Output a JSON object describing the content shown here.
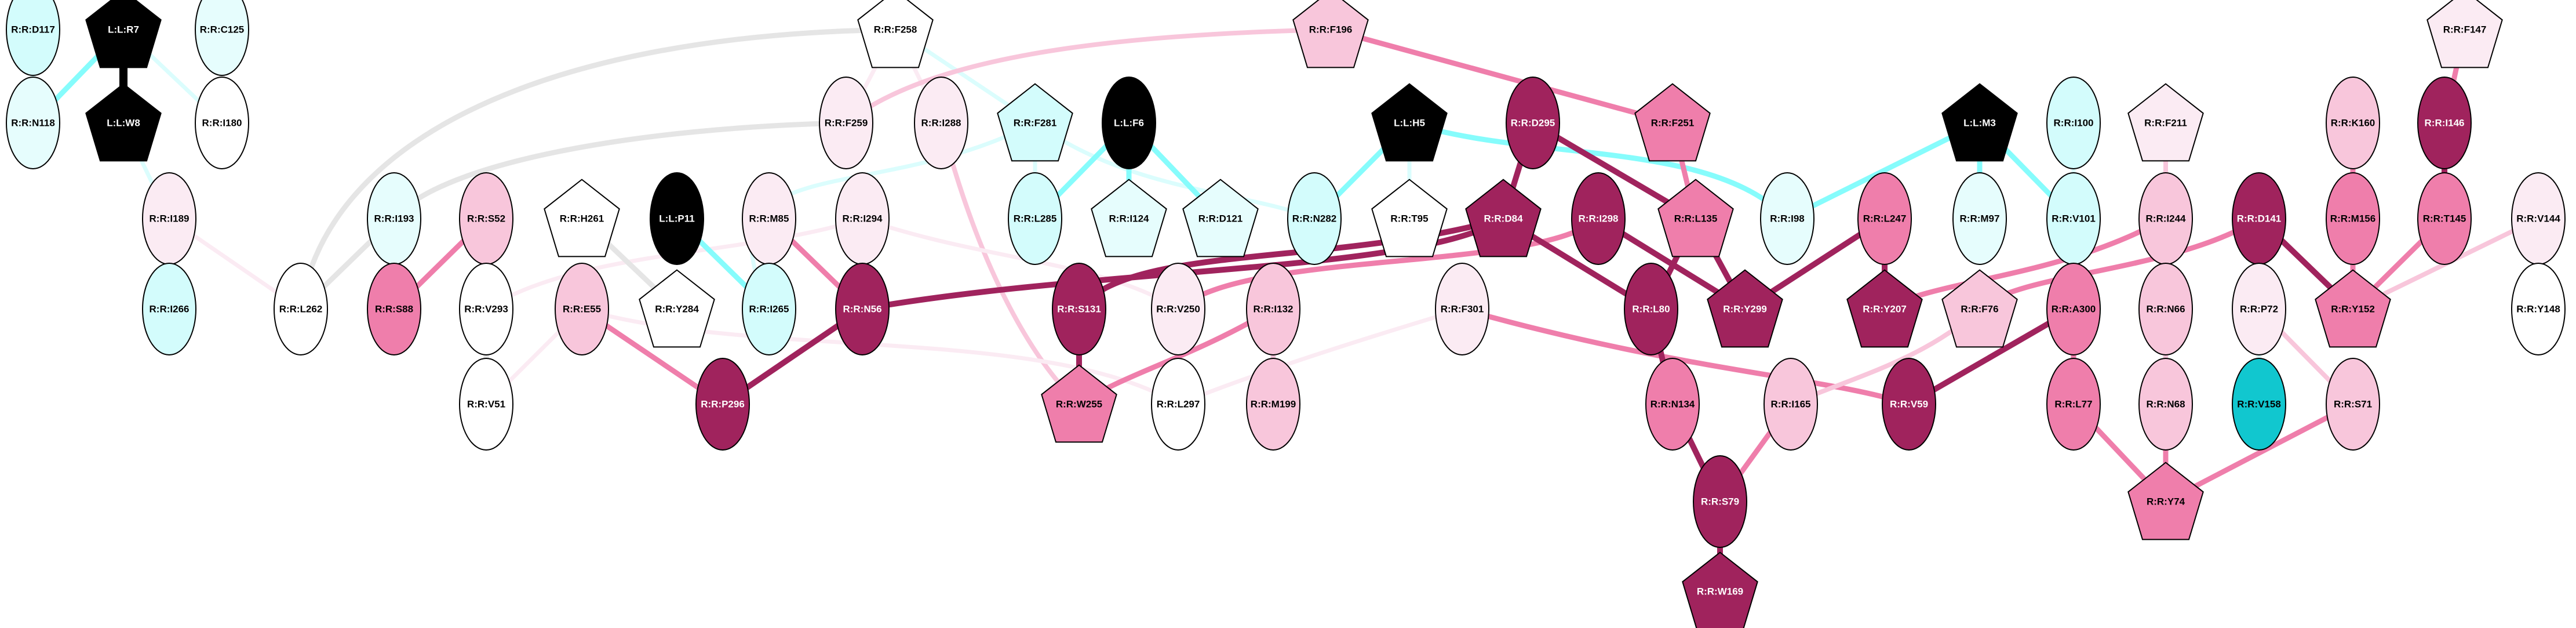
{
  "title": "Residue interaction network",
  "colors": {
    "ligand": "#000000",
    "white": "#ffffff",
    "cyan_pale": "#e6fdfd",
    "cyan_light": "#d3fcfc",
    "cyan_strong": "#11c7cf",
    "pink_pale": "#fbebf3",
    "pink_light": "#f8c6db",
    "pink_mid": "#ef7eab",
    "pink_dark": "#a0235d",
    "edge_grey": "#e5e5e5",
    "edge_cyan_pale": "#dbfdfd",
    "edge_cyan": "#86fcfc"
  },
  "nodes": [
    {
      "id": "R:R:D117",
      "shape": "ellipse",
      "fill": "cyan_light"
    },
    {
      "id": "L:L:R7",
      "shape": "pentagon",
      "fill": "ligand"
    },
    {
      "id": "R:R:C125",
      "shape": "ellipse",
      "fill": "cyan_pale"
    },
    {
      "id": "R:R:F258",
      "shape": "pentagon",
      "fill": "white"
    },
    {
      "id": "R:R:F196",
      "shape": "pentagon",
      "fill": "pink_light"
    },
    {
      "id": "R:R:F147",
      "shape": "pentagon",
      "fill": "pink_pale"
    },
    {
      "id": "R:R:N118",
      "shape": "ellipse",
      "fill": "cyan_pale"
    },
    {
      "id": "L:L:W8",
      "shape": "pentagon",
      "fill": "ligand"
    },
    {
      "id": "R:R:I180",
      "shape": "ellipse",
      "fill": "white"
    },
    {
      "id": "R:R:F259",
      "shape": "ellipse",
      "fill": "pink_pale"
    },
    {
      "id": "R:R:I288",
      "shape": "ellipse",
      "fill": "pink_pale"
    },
    {
      "id": "R:R:F281",
      "shape": "pentagon",
      "fill": "cyan_light"
    },
    {
      "id": "L:L:F6",
      "shape": "ellipse",
      "fill": "ligand"
    },
    {
      "id": "L:L:H5",
      "shape": "pentagon",
      "fill": "ligand"
    },
    {
      "id": "R:R:D295",
      "shape": "ellipse",
      "fill": "pink_dark"
    },
    {
      "id": "R:R:F251",
      "shape": "pentagon",
      "fill": "pink_mid"
    },
    {
      "id": "L:L:M3",
      "shape": "pentagon",
      "fill": "ligand"
    },
    {
      "id": "R:R:I100",
      "shape": "ellipse",
      "fill": "cyan_light"
    },
    {
      "id": "R:R:F211",
      "shape": "pentagon",
      "fill": "pink_pale"
    },
    {
      "id": "R:R:K160",
      "shape": "ellipse",
      "fill": "pink_light"
    },
    {
      "id": "R:R:I146",
      "shape": "ellipse",
      "fill": "pink_dark"
    },
    {
      "id": "R:R:I189",
      "shape": "ellipse",
      "fill": "pink_pale"
    },
    {
      "id": "R:R:I193",
      "shape": "ellipse",
      "fill": "cyan_pale"
    },
    {
      "id": "R:R:S52",
      "shape": "ellipse",
      "fill": "pink_light"
    },
    {
      "id": "R:R:H261",
      "shape": "pentagon",
      "fill": "white"
    },
    {
      "id": "L:L:P11",
      "shape": "ellipse",
      "fill": "ligand"
    },
    {
      "id": "R:R:M85",
      "shape": "ellipse",
      "fill": "pink_pale"
    },
    {
      "id": "R:R:I294",
      "shape": "ellipse",
      "fill": "pink_pale"
    },
    {
      "id": "R:R:L285",
      "shape": "ellipse",
      "fill": "cyan_light"
    },
    {
      "id": "R:R:I124",
      "shape": "pentagon",
      "fill": "cyan_pale"
    },
    {
      "id": "R:R:D121",
      "shape": "pentagon",
      "fill": "cyan_pale"
    },
    {
      "id": "R:R:N282",
      "shape": "ellipse",
      "fill": "cyan_light"
    },
    {
      "id": "R:R:T95",
      "shape": "pentagon",
      "fill": "white"
    },
    {
      "id": "R:R:D84",
      "shape": "pentagon",
      "fill": "pink_dark"
    },
    {
      "id": "R:R:I298",
      "shape": "ellipse",
      "fill": "pink_dark"
    },
    {
      "id": "R:R:L135",
      "shape": "pentagon",
      "fill": "pink_mid"
    },
    {
      "id": "R:R:I98",
      "shape": "ellipse",
      "fill": "cyan_pale"
    },
    {
      "id": "R:R:L247",
      "shape": "ellipse",
      "fill": "pink_mid"
    },
    {
      "id": "R:R:M97",
      "shape": "ellipse",
      "fill": "cyan_pale"
    },
    {
      "id": "R:R:V101",
      "shape": "ellipse",
      "fill": "cyan_light"
    },
    {
      "id": "R:R:I244",
      "shape": "ellipse",
      "fill": "pink_light"
    },
    {
      "id": "R:R:D141",
      "shape": "ellipse",
      "fill": "pink_dark"
    },
    {
      "id": "R:R:M156",
      "shape": "ellipse",
      "fill": "pink_mid"
    },
    {
      "id": "R:R:T145",
      "shape": "ellipse",
      "fill": "pink_mid"
    },
    {
      "id": "R:R:V144",
      "shape": "ellipse",
      "fill": "pink_pale"
    },
    {
      "id": "R:R:I266",
      "shape": "ellipse",
      "fill": "cyan_light"
    },
    {
      "id": "R:R:L262",
      "shape": "ellipse",
      "fill": "white"
    },
    {
      "id": "R:R:S88",
      "shape": "ellipse",
      "fill": "pink_mid"
    },
    {
      "id": "R:R:V293",
      "shape": "ellipse",
      "fill": "white"
    },
    {
      "id": "R:R:E55",
      "shape": "ellipse",
      "fill": "pink_light"
    },
    {
      "id": "R:R:Y284",
      "shape": "pentagon",
      "fill": "white"
    },
    {
      "id": "R:R:I265",
      "shape": "ellipse",
      "fill": "cyan_light"
    },
    {
      "id": "R:R:N56",
      "shape": "ellipse",
      "fill": "pink_dark"
    },
    {
      "id": "R:R:S131",
      "shape": "ellipse",
      "fill": "pink_dark"
    },
    {
      "id": "R:R:V250",
      "shape": "ellipse",
      "fill": "pink_pale"
    },
    {
      "id": "R:R:I132",
      "shape": "ellipse",
      "fill": "pink_light"
    },
    {
      "id": "R:R:F301",
      "shape": "ellipse",
      "fill": "pink_pale"
    },
    {
      "id": "R:R:L80",
      "shape": "ellipse",
      "fill": "pink_dark"
    },
    {
      "id": "R:R:Y299",
      "shape": "pentagon",
      "fill": "pink_dark"
    },
    {
      "id": "R:R:Y207",
      "shape": "pentagon",
      "fill": "pink_dark"
    },
    {
      "id": "R:R:F76",
      "shape": "pentagon",
      "fill": "pink_light"
    },
    {
      "id": "R:R:A300",
      "shape": "ellipse",
      "fill": "pink_mid"
    },
    {
      "id": "R:R:N66",
      "shape": "ellipse",
      "fill": "pink_light"
    },
    {
      "id": "R:R:P72",
      "shape": "ellipse",
      "fill": "pink_pale"
    },
    {
      "id": "R:R:Y152",
      "shape": "pentagon",
      "fill": "pink_mid"
    },
    {
      "id": "R:R:Y148",
      "shape": "ellipse",
      "fill": "white"
    },
    {
      "id": "R:R:V51",
      "shape": "ellipse",
      "fill": "white"
    },
    {
      "id": "R:R:P296",
      "shape": "ellipse",
      "fill": "pink_dark"
    },
    {
      "id": "R:R:W255",
      "shape": "pentagon",
      "fill": "pink_mid"
    },
    {
      "id": "R:R:L297",
      "shape": "ellipse",
      "fill": "white"
    },
    {
      "id": "R:R:M199",
      "shape": "ellipse",
      "fill": "pink_light"
    },
    {
      "id": "R:R:N134",
      "shape": "ellipse",
      "fill": "pink_mid"
    },
    {
      "id": "R:R:I165",
      "shape": "ellipse",
      "fill": "pink_light"
    },
    {
      "id": "R:R:V59",
      "shape": "ellipse",
      "fill": "pink_dark"
    },
    {
      "id": "R:R:L77",
      "shape": "ellipse",
      "fill": "pink_mid"
    },
    {
      "id": "R:R:N68",
      "shape": "ellipse",
      "fill": "pink_light"
    },
    {
      "id": "R:R:V158",
      "shape": "ellipse",
      "fill": "cyan_strong"
    },
    {
      "id": "R:R:S71",
      "shape": "ellipse",
      "fill": "pink_light"
    },
    {
      "id": "R:R:S79",
      "shape": "ellipse",
      "fill": "pink_dark"
    },
    {
      "id": "R:R:Y74",
      "shape": "pentagon",
      "fill": "pink_mid"
    },
    {
      "id": "R:R:W169",
      "shape": "pentagon",
      "fill": "pink_dark"
    }
  ],
  "edges": [
    {
      "source": "R:R:D117",
      "target": "R:R:N118",
      "color": "edge_cyan_pale"
    },
    {
      "source": "L:L:R7",
      "target": "R:R:N118",
      "color": "edge_cyan"
    },
    {
      "source": "L:L:R7",
      "target": "L:L:W8",
      "color": "ligand"
    },
    {
      "source": "L:L:R7",
      "target": "R:R:I180",
      "color": "edge_cyan_pale"
    },
    {
      "source": "R:R:C125",
      "target": "R:R:I180",
      "color": "edge_grey"
    },
    {
      "source": "L:L:W8",
      "target": "R:R:I189",
      "color": "edge_cyan_pale"
    },
    {
      "source": "R:R:I189",
      "target": "R:R:I266",
      "color": "edge_grey"
    },
    {
      "source": "R:R:I189",
      "target": "R:R:L262",
      "color": "pink_pale"
    },
    {
      "source": "R:R:F258",
      "target": "R:R:L262",
      "color": "edge_grey"
    },
    {
      "source": "R:R:F259",
      "target": "R:R:I193",
      "color": "edge_grey"
    },
    {
      "source": "R:R:I193",
      "target": "R:R:L262",
      "color": "edge_grey"
    },
    {
      "source": "R:R:F258",
      "target": "R:R:F259",
      "color": "pink_pale"
    },
    {
      "source": "R:R:F258",
      "target": "R:R:I288",
      "color": "pink_pale"
    },
    {
      "source": "R:R:F258",
      "target": "R:R:F281",
      "color": "edge_cyan_pale"
    },
    {
      "source": "R:R:F196",
      "target": "R:R:F259",
      "color": "pink_light"
    },
    {
      "source": "R:R:F196",
      "target": "R:R:F251",
      "color": "pink_mid"
    },
    {
      "source": "R:R:I288",
      "target": "R:R:W255",
      "color": "pink_light"
    },
    {
      "source": "R:R:F281",
      "target": "R:R:L285",
      "color": "edge_cyan_pale"
    },
    {
      "source": "R:R:F281",
      "target": "R:R:N282",
      "color": "edge_cyan_pale"
    },
    {
      "source": "R:R:F281",
      "target": "R:R:I265",
      "color": "edge_cyan_pale"
    },
    {
      "source": "L:L:F6",
      "target": "R:R:L285",
      "color": "edge_cyan"
    },
    {
      "source": "L:L:F6",
      "target": "R:R:I124",
      "color": "edge_cyan"
    },
    {
      "source": "L:L:F6",
      "target": "R:R:D121",
      "color": "edge_cyan"
    },
    {
      "source": "L:L:H5",
      "target": "R:R:N282",
      "color": "edge_cyan"
    },
    {
      "source": "L:L:H5",
      "target": "R:R:T95",
      "color": "edge_cyan_pale"
    },
    {
      "source": "L:L:H5",
      "target": "R:R:I98",
      "color": "edge_cyan"
    },
    {
      "source": "R:R:D295",
      "target": "R:R:D84",
      "color": "pink_dark"
    },
    {
      "source": "R:R:D295",
      "target": "R:R:L135",
      "color": "pink_dark"
    },
    {
      "source": "R:R:F251",
      "target": "R:R:L135",
      "color": "pink_mid"
    },
    {
      "source": "L:L:M3",
      "target": "R:R:I98",
      "color": "edge_cyan"
    },
    {
      "source": "L:L:M3",
      "target": "R:R:M97",
      "color": "edge_cyan"
    },
    {
      "source": "L:L:M3",
      "target": "R:R:V101",
      "color": "edge_cyan"
    },
    {
      "source": "R:R:I100",
      "target": "R:R:V101",
      "color": "edge_cyan_pale"
    },
    {
      "source": "R:R:F211",
      "target": "R:R:I244",
      "color": "pink_light"
    },
    {
      "source": "R:R:K160",
      "target": "R:R:M156",
      "color": "pink_mid"
    },
    {
      "source": "R:R:F147",
      "target": "R:R:I146",
      "color": "pink_mid"
    },
    {
      "source": "R:R:I146",
      "target": "R:R:T145",
      "color": "pink_dark"
    },
    {
      "source": "R:R:S52",
      "target": "R:R:S88",
      "color": "pink_mid"
    },
    {
      "source": "R:R:S52",
      "target": "R:R:V293",
      "color": "pink_pale"
    },
    {
      "source": "R:R:V293",
      "target": "R:R:V51",
      "color": "edge_grey"
    },
    {
      "source": "R:R:V293",
      "target": "R:R:I294",
      "color": "pink_pale"
    },
    {
      "source": "R:R:H261",
      "target": "R:R:Y284",
      "color": "edge_grey"
    },
    {
      "source": "L:L:P11",
      "target": "R:R:I265",
      "color": "edge_cyan"
    },
    {
      "source": "R:R:M85",
      "target": "R:R:N56",
      "color": "pink_mid"
    },
    {
      "source": "R:R:I294",
      "target": "R:R:V250",
      "color": "pink_pale"
    },
    {
      "source": "R:R:E55",
      "target": "R:R:V51",
      "color": "pink_pale"
    },
    {
      "source": "R:R:E55",
      "target": "R:R:P296",
      "color": "pink_mid"
    },
    {
      "source": "R:R:E55",
      "target": "R:R:L297",
      "color": "pink_pale"
    },
    {
      "source": "R:R:N56",
      "target": "R:R:P296",
      "color": "pink_dark"
    },
    {
      "source": "R:R:N56",
      "target": "R:R:D84",
      "color": "pink_dark"
    },
    {
      "source": "R:R:S131",
      "target": "R:R:D84",
      "color": "pink_dark"
    },
    {
      "source": "R:R:S131",
      "target": "R:R:W255",
      "color": "pink_dark"
    },
    {
      "source": "R:R:V250",
      "target": "R:R:I298",
      "color": "pink_mid"
    },
    {
      "source": "R:R:I132",
      "target": "R:R:W255",
      "color": "pink_mid"
    },
    {
      "source": "R:R:I132",
      "target": "R:R:M199",
      "color": "pink_light"
    },
    {
      "source": "R:R:F301",
      "target": "R:R:L297",
      "color": "pink_pale"
    },
    {
      "source": "R:R:F301",
      "target": "R:R:V59",
      "color": "pink_mid"
    },
    {
      "source": "R:R:D84",
      "target": "R:R:L80",
      "color": "pink_dark"
    },
    {
      "source": "R:R:I298",
      "target": "R:R:Y299",
      "color": "pink_dark"
    },
    {
      "source": "R:R:L135",
      "target": "R:R:L80",
      "color": "pink_dark"
    },
    {
      "source": "R:R:L135",
      "target": "R:R:Y299",
      "color": "pink_dark"
    },
    {
      "source": "R:R:L247",
      "target": "R:R:Y299",
      "color": "pink_dark"
    },
    {
      "source": "R:R:L247",
      "target": "R:R:Y207",
      "color": "pink_dark"
    },
    {
      "source": "R:R:I244",
      "target": "R:R:Y207",
      "color": "pink_mid"
    },
    {
      "source": "R:R:D141",
      "target": "R:R:F76",
      "color": "pink_mid"
    },
    {
      "source": "R:R:D141",
      "target": "R:R:Y152",
      "color": "pink_dark"
    },
    {
      "source": "R:R:M156",
      "target": "R:R:Y152",
      "color": "pink_mid"
    },
    {
      "source": "R:R:T145",
      "target": "R:R:Y152",
      "color": "pink_mid"
    },
    {
      "source": "R:R:V144",
      "target": "R:R:Y152",
      "color": "pink_light"
    },
    {
      "source": "R:R:V144",
      "target": "R:R:Y148",
      "color": "pink_pale"
    },
    {
      "source": "R:R:L80",
      "target": "R:R:N134",
      "color": "pink_dark"
    },
    {
      "source": "R:R:F76",
      "target": "R:R:I165",
      "color": "pink_light"
    },
    {
      "source": "R:R:A300",
      "target": "R:R:V59",
      "color": "pink_dark"
    },
    {
      "source": "R:R:A300",
      "target": "R:R:L77",
      "color": "pink_mid"
    },
    {
      "source": "R:R:N66",
      "target": "R:R:N68",
      "color": "pink_light"
    },
    {
      "source": "R:R:P72",
      "target": "R:R:V158",
      "color": "edge_cyan_pale"
    },
    {
      "source": "R:R:P72",
      "target": "R:R:S71",
      "color": "pink_light"
    },
    {
      "source": "R:R:N134",
      "target": "R:R:S79",
      "color": "pink_dark"
    },
    {
      "source": "R:R:I165",
      "target": "R:R:S79",
      "color": "pink_mid"
    },
    {
      "source": "R:R:S79",
      "target": "R:R:W169",
      "color": "pink_dark"
    },
    {
      "source": "R:R:L77",
      "target": "R:R:Y74",
      "color": "pink_mid"
    },
    {
      "source": "R:R:N68",
      "target": "R:R:Y74",
      "color": "pink_mid"
    },
    {
      "source": "R:R:S71",
      "target": "R:R:Y74",
      "color": "pink_mid"
    }
  ]
}
